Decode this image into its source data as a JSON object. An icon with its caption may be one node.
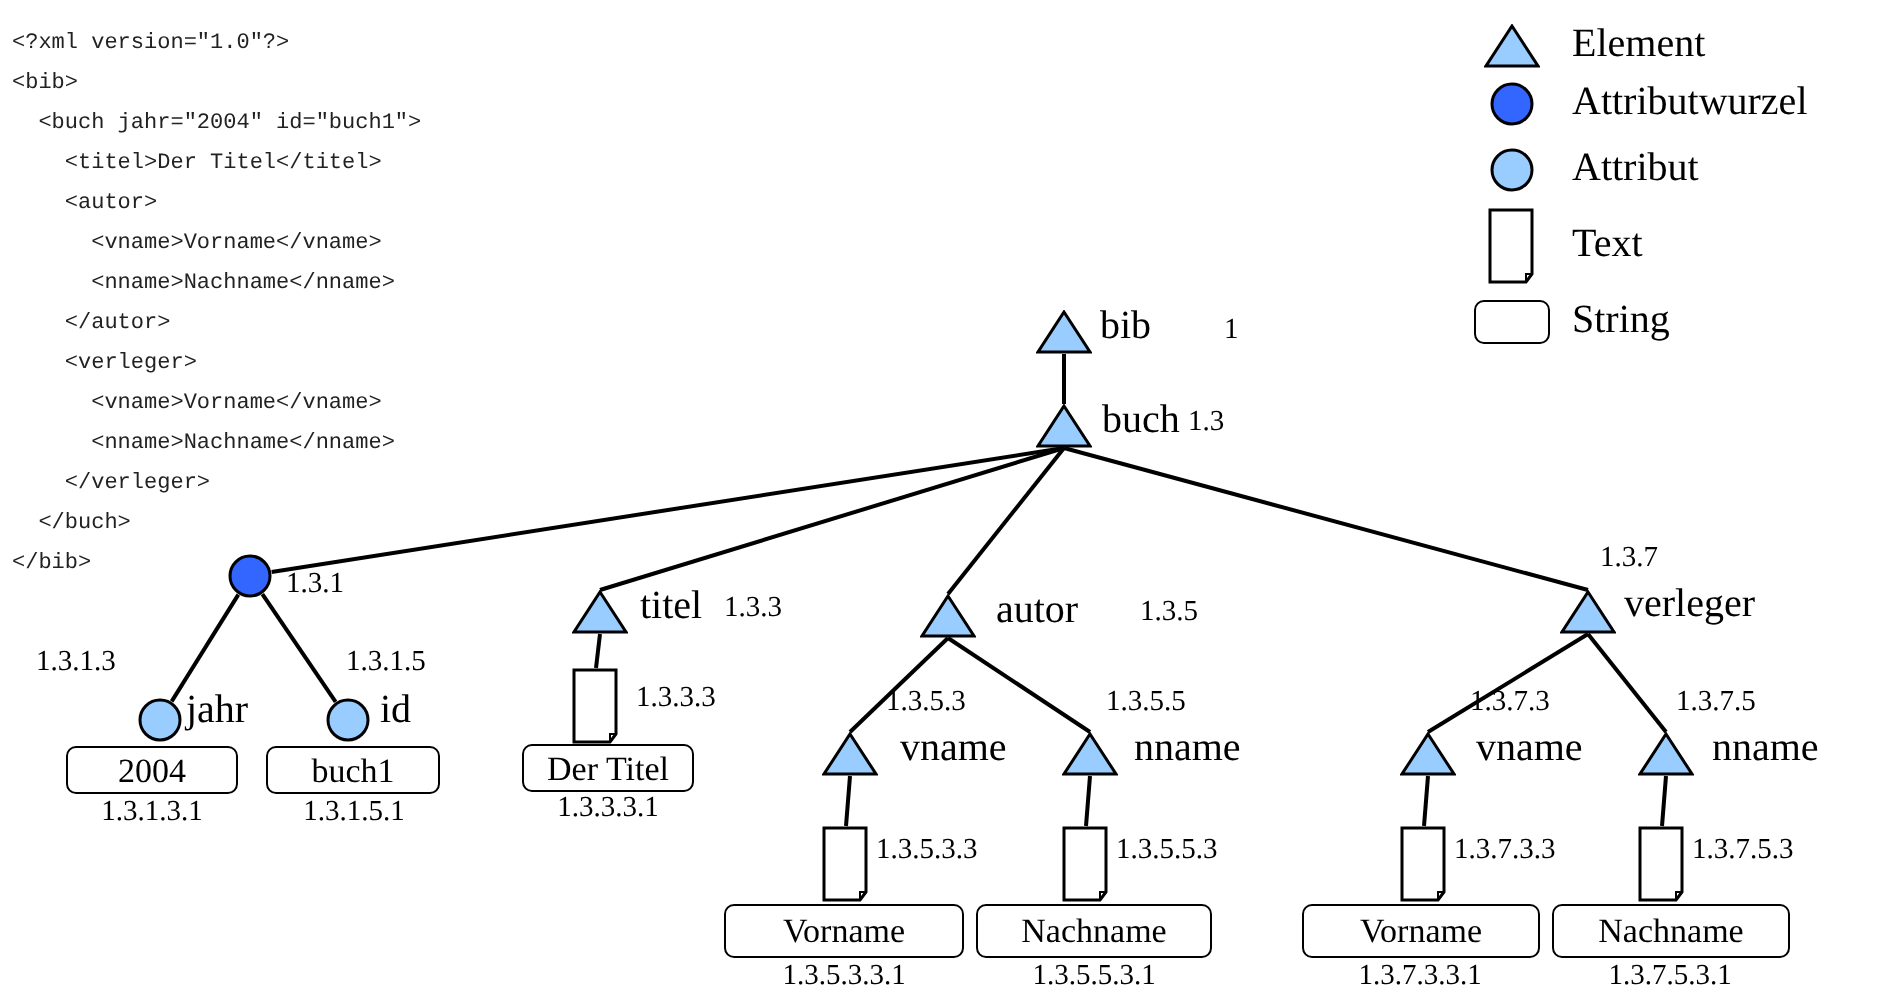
{
  "diagram": {
    "nodes": [
      {
        "text": [],
        "shape": "triangle",
        "beside": [
          "bib",
          "1"
        ]
      },
      {
        "text": [],
        "shape": "triangle",
        "beside": [
          "buch",
          "1.3"
        ]
      },
      {
        "text": [],
        "shape": "dot",
        "beside": [
          "1.3.1"
        ]
      },
      {
        "text": [],
        "shape": "triangle",
        "beside": [
          "titel",
          "1.3.3"
        ]
      },
      {
        "text": [],
        "shape": "triangle",
        "beside": [
          "autor",
          "1.3.5"
        ]
      },
      {
        "text": [],
        "shape": "triangle",
        "beside": [
          "1.3.7",
          "verleger"
        ]
      },
      {
        "text": [],
        "shape": "circle",
        "beside": [
          "1.3.1.3",
          "jahr"
        ]
      },
      {
        "text": [],
        "shape": "circle",
        "beside": [
          "1.3.1.5",
          "id"
        ]
      },
      {
        "text": [],
        "shape": "document",
        "beside": [
          "1.3.3.3"
        ]
      },
      {
        "text": [],
        "shape": "triangle",
        "beside": [
          "1.3.5.3",
          "vname"
        ]
      },
      {
        "text": [],
        "shape": "triangle",
        "beside": [
          "1.3.5.5",
          "nname"
        ]
      },
      {
        "text": [],
        "shape": "triangle",
        "beside": [
          "1.3.7.3",
          "vname"
        ]
      },
      {
        "text": [],
        "shape": "triangle",
        "beside": [
          "1.3.7.5",
          "nname"
        ]
      },
      {
        "text": [
          "2004"
        ],
        "beside": [
          "1.3.1.3.1"
        ]
      },
      {
        "text": [
          "buch1"
        ],
        "beside": [
          "1.3.1.5.1"
        ]
      },
      {
        "text": [
          "Der Titel"
        ],
        "beside": [
          "1.3.3.3.1"
        ]
      },
      {
        "text": [],
        "shape": "document",
        "beside": [
          "1.3.5.3.3"
        ]
      },
      {
        "text": [],
        "shape": "document",
        "beside": [
          "1.3.5.5.3"
        ]
      },
      {
        "text": [],
        "shape": "document",
        "beside": [
          "1.3.7.3.3"
        ]
      },
      {
        "text": [],
        "shape": "document",
        "beside": [
          "1.3.7.5.3"
        ]
      },
      {
        "text": [
          "Vorname"
        ],
        "beside": [
          "1.3.5.3.3.1"
        ]
      },
      {
        "text": [
          "Nachname"
        ],
        "beside": [
          "1.3.5.5.3.1"
        ]
      },
      {
        "text": [
          "Vorname"
        ],
        "beside": [
          "1.3.7.3.3.1"
        ]
      },
      {
        "text": [
          "Nachname"
        ],
        "beside": [
          "1.3.7.5.3.1"
        ]
      }
    ],
    "edges": [
      {
        "from": 0,
        "to": 1,
        "arrow": "none"
      },
      {
        "from": 1,
        "to": 2,
        "arrow": "none"
      },
      {
        "from": 1,
        "to": 3,
        "arrow": "none"
      },
      {
        "from": 1,
        "to": 4,
        "arrow": "none"
      },
      {
        "from": 1,
        "to": 5,
        "arrow": "none"
      },
      {
        "from": 2,
        "to": 6,
        "arrow": "none"
      },
      {
        "from": 2,
        "to": 7,
        "arrow": "none"
      },
      {
        "from": 3,
        "to": 8,
        "arrow": "none"
      },
      {
        "from": 4,
        "to": 9,
        "arrow": "none"
      },
      {
        "from": 4,
        "to": 10,
        "arrow": "none"
      },
      {
        "from": 5,
        "to": 11,
        "arrow": "none"
      },
      {
        "from": 5,
        "to": 12,
        "arrow": "none"
      },
      {
        "from": 9,
        "to": 16,
        "arrow": "none"
      },
      {
        "from": 10,
        "to": 17,
        "arrow": "none"
      },
      {
        "from": 11,
        "to": 18,
        "arrow": "none"
      },
      {
        "from": 12,
        "to": 19,
        "arrow": "none"
      }
    ],
    "labels": [
      "<?xml version=\"1.0\"?>",
      "<bib>",
      "  <buch jahr=\"2004\" id=\"buch1\">",
      "    <titel>Der Titel</titel>",
      "    <autor>",
      "      <vname>Vorname</vname>",
      "      <nname>Nachname</nname>",
      "    </autor>",
      "    <verleger>",
      "      <vname>Vorname</vname>",
      "      <nname>Nachname</nname>",
      "    </verleger>",
      "  </buch>",
      "</bib>"
    ],
    "legend": [
      {
        "text": "Element"
      },
      {
        "text": "Attributwurzel"
      },
      {
        "text": "Attribut"
      },
      {
        "text": "Text"
      },
      {
        "text": "String"
      }
    ]
  }
}
